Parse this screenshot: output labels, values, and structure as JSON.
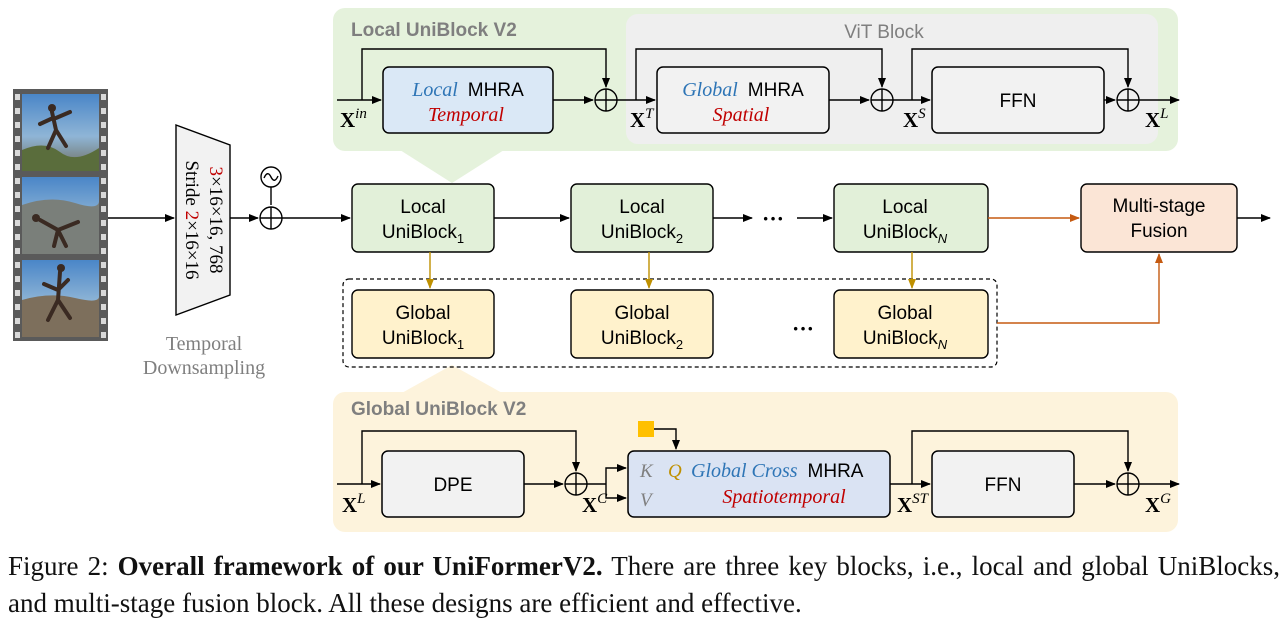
{
  "colors": {
    "local_panel_bg": "#e5f2dc",
    "global_panel_bg": "#fdf3dc",
    "vit_panel_bg": "#efefef",
    "local_block_fill": "#e2f0d9",
    "global_block_fill": "#fff2cc",
    "fusion_fill": "#fbe5d6",
    "mhra_local_fill": "#dae8f6",
    "cross_mhra_fill": "#dae3f3",
    "neutral_block_fill": "#f2f2f2",
    "blue_text": "#2e75b6",
    "red_text": "#c00000",
    "gold_arrow": "#bf9000",
    "orange_arrow": "#c55a11",
    "query_square": "#ffc000",
    "panel_title_gray": "#7f7f7f"
  },
  "temporal_downsampling": {
    "kernel_red": "3",
    "kernel_rest": "×16×16, 768",
    "stride_label": "Stride ",
    "stride_red": "2",
    "stride_rest": "×16×16",
    "label_line1": "Temporal",
    "label_line2": "Downsampling"
  },
  "main_row": {
    "local_blocks": [
      {
        "line1": "Local",
        "line2": "UniBlock",
        "sub": "1"
      },
      {
        "line1": "Local",
        "line2": "UniBlock",
        "sub": "2"
      },
      {
        "line1": "Local",
        "line2": "UniBlock",
        "sub": "N"
      }
    ],
    "global_blocks": [
      {
        "line1": "Global",
        "line2": "UniBlock",
        "sub": "1"
      },
      {
        "line1": "Global",
        "line2": "UniBlock",
        "sub": "2"
      },
      {
        "line1": "Global",
        "line2": "UniBlock",
        "sub": "N"
      }
    ],
    "ellipsis": "···",
    "fusion_line1": "Multi-stage",
    "fusion_line2": "Fusion"
  },
  "local_uniblock_v2": {
    "title": "Local UniBlock V2",
    "vit_title": "ViT Block",
    "mhra_local_word": "Local",
    "mhra_word": "MHRA",
    "mhra_temporal": "Temporal",
    "vit_mhra_global_word": "Global",
    "vit_mhra_spatial": "Spatial",
    "ffn": "FFN",
    "x_in": "in",
    "x_t": "T",
    "x_s": "S",
    "x_l": "L"
  },
  "global_uniblock_v2": {
    "title": "Global UniBlock V2",
    "dpe": "DPE",
    "k": "K",
    "v": "V",
    "q": "Q",
    "cross_global": "Global Cross",
    "cross_mhra": "MHRA",
    "cross_spatiotemporal": "Spatiotemporal",
    "ffn": "FFN",
    "x_l": "L",
    "x_c": "C",
    "x_st": "ST",
    "x_g": "G"
  },
  "caption": {
    "prefix": "Figure 2: ",
    "bold": "Overall framework of our UniFormerV2.",
    "rest": " There are three key blocks, i.e., local and global UniBlocks, and multi-stage fusion block. All these designs are efficient and effective."
  }
}
